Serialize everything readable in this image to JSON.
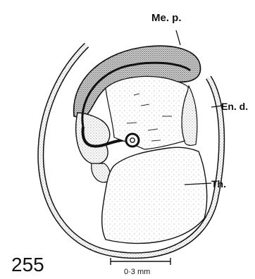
{
  "figure_number": "255",
  "labels": {
    "mep": "Me. p.",
    "end": "En. d.",
    "th": "Th."
  },
  "scale_bar": {
    "text": "0·3 mm"
  },
  "colors": {
    "ink": "#111111",
    "stipple": "#555555",
    "paper": "#ffffff"
  }
}
